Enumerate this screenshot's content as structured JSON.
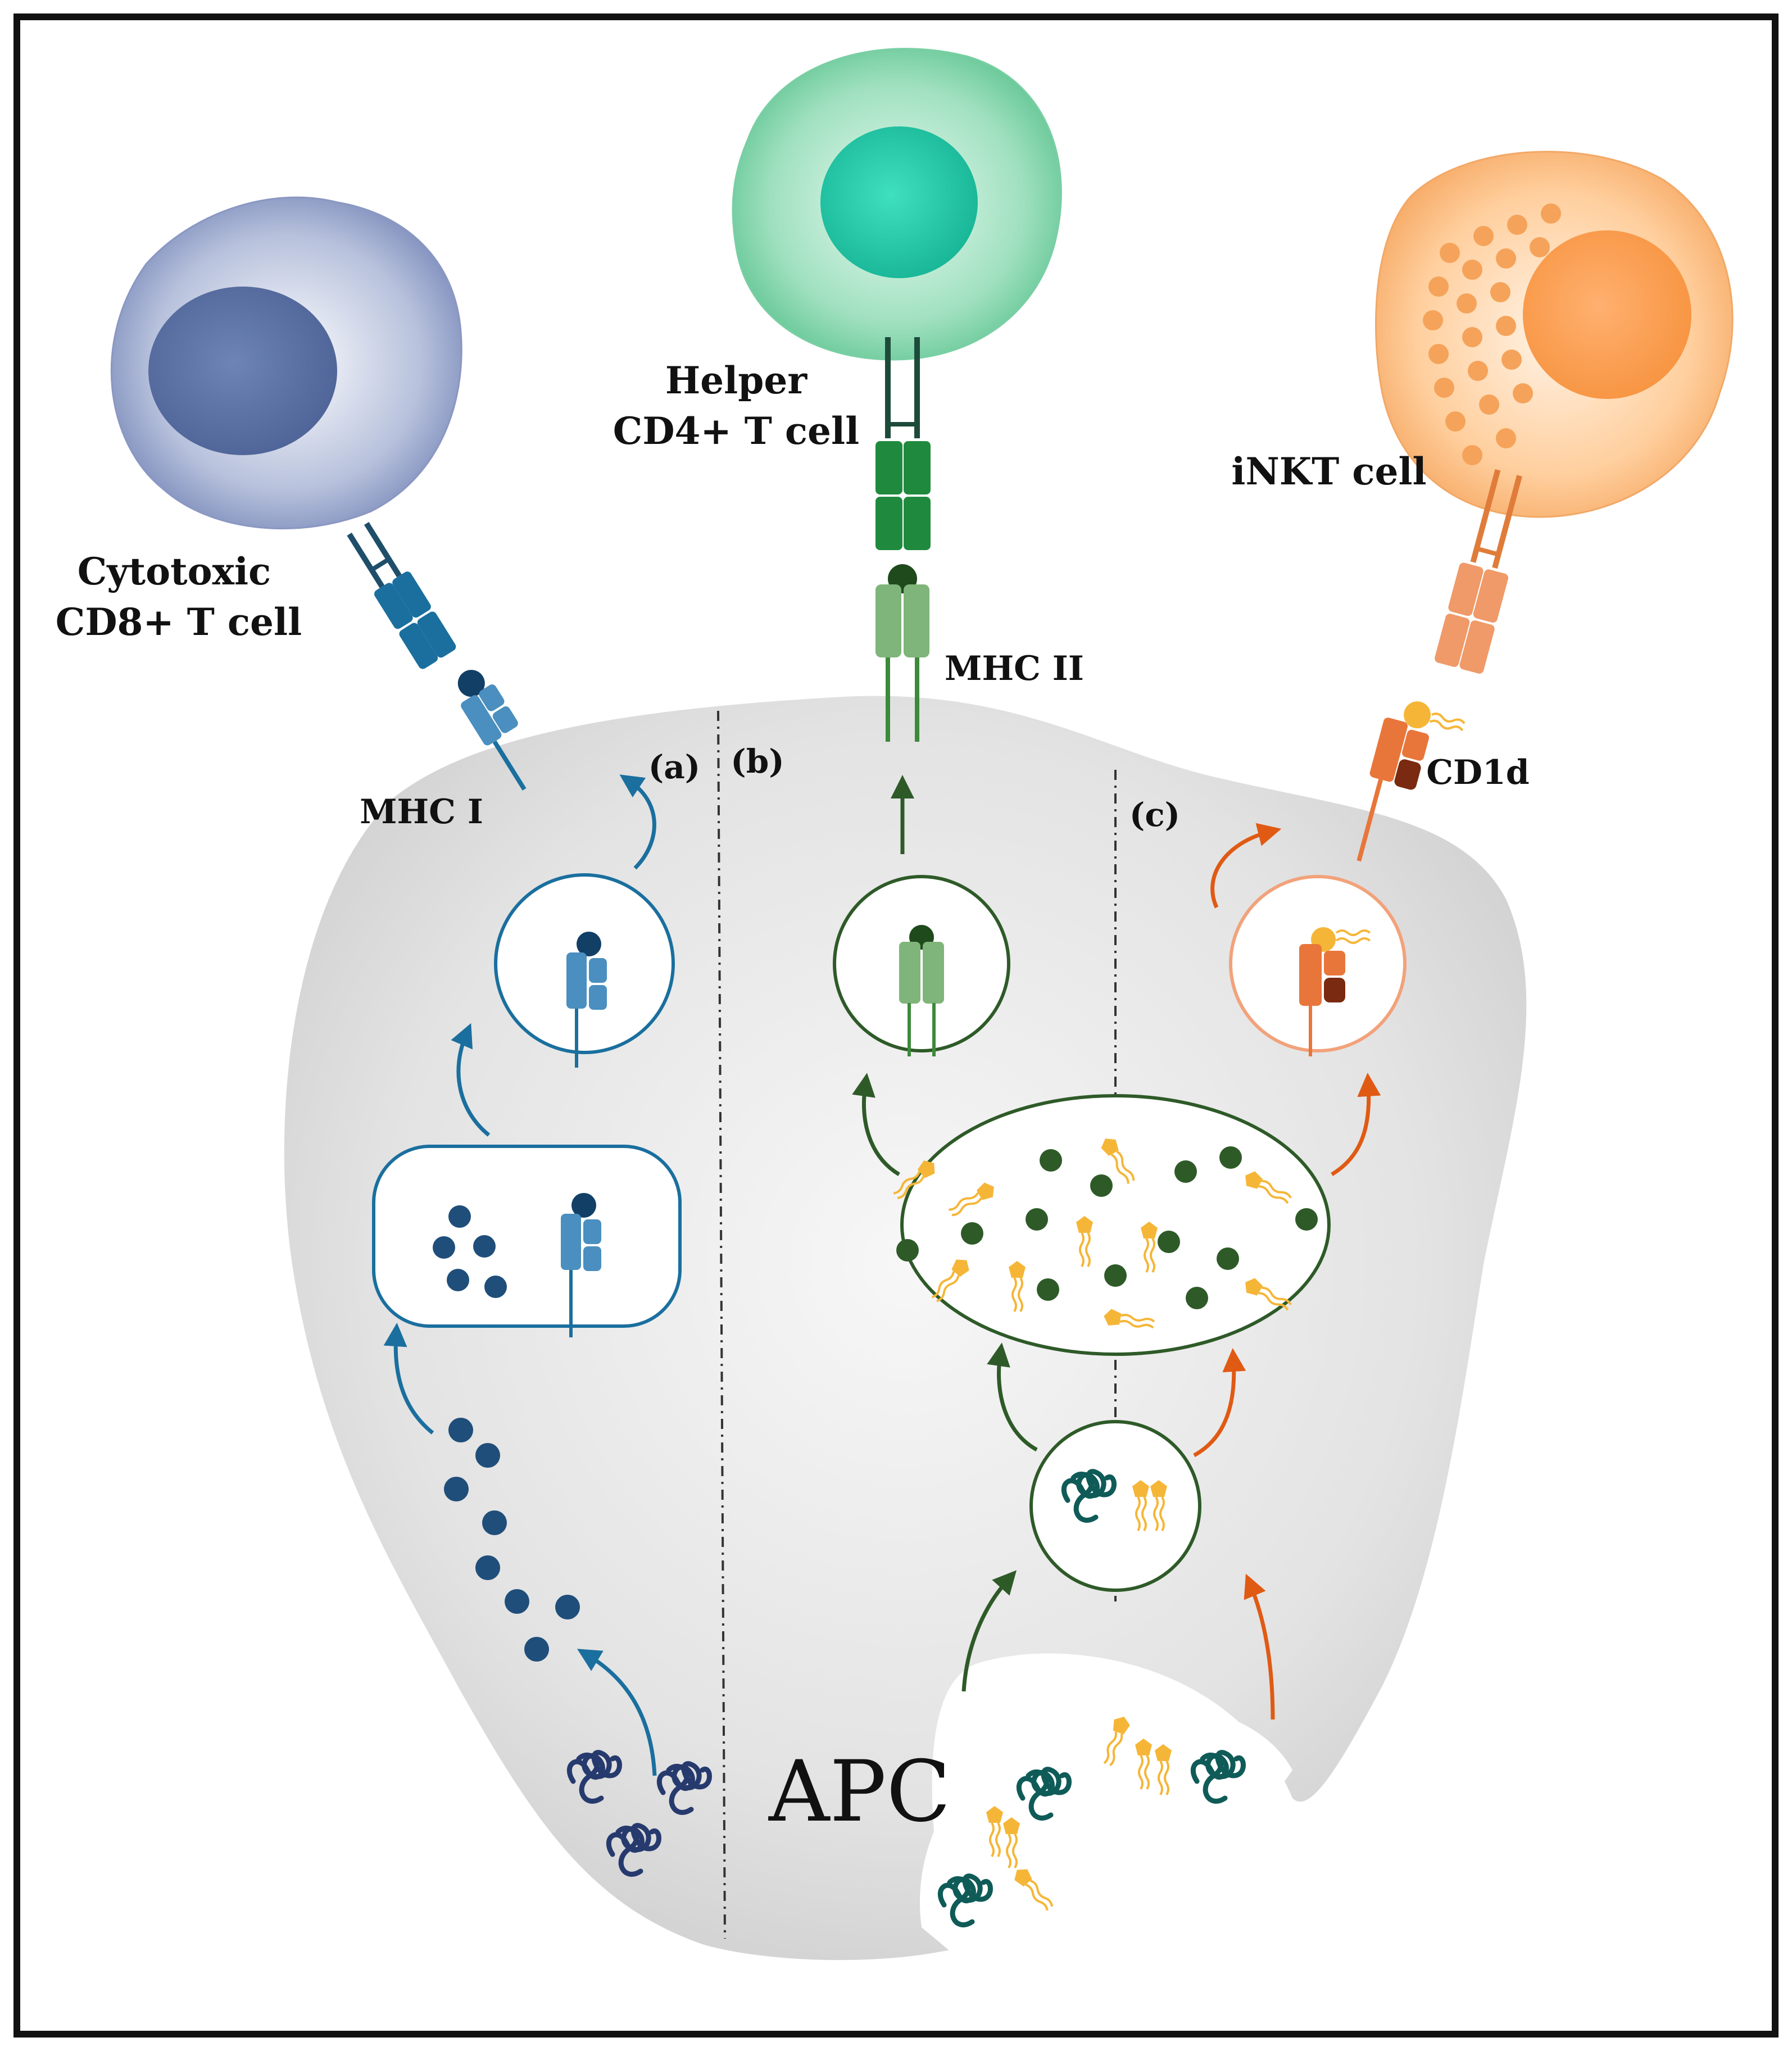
{
  "labels": {
    "cytotoxic_line1": "Cytotoxic",
    "cytotoxic_line2": "CD8+ T cell",
    "helper_line1": "Helper",
    "helper_line2": "CD4+ T cell",
    "inkt": "iNKT cell",
    "mhc1": "MHC I",
    "mhc2": "MHC II",
    "cd1d": "CD1d",
    "panel_a": "(a)",
    "panel_b": "(b)",
    "panel_c": "(c)",
    "apc": "APC"
  },
  "colors": {
    "cd8_blue": "#1a6f9e",
    "mhc1_blue": "#4a8fbf",
    "peptide_navy": "#1f4e7a",
    "cd4_green": "#1f8a3e",
    "mhc2_green": "#7fb57a",
    "dark_green": "#2e5a28",
    "inkt_orange": "#e8763a",
    "cd1d_brown": "#7a2a10",
    "lipid_yellow": "#f5b638",
    "protein_teal": "#0f5b58",
    "protein_navy": "#263a6e"
  }
}
